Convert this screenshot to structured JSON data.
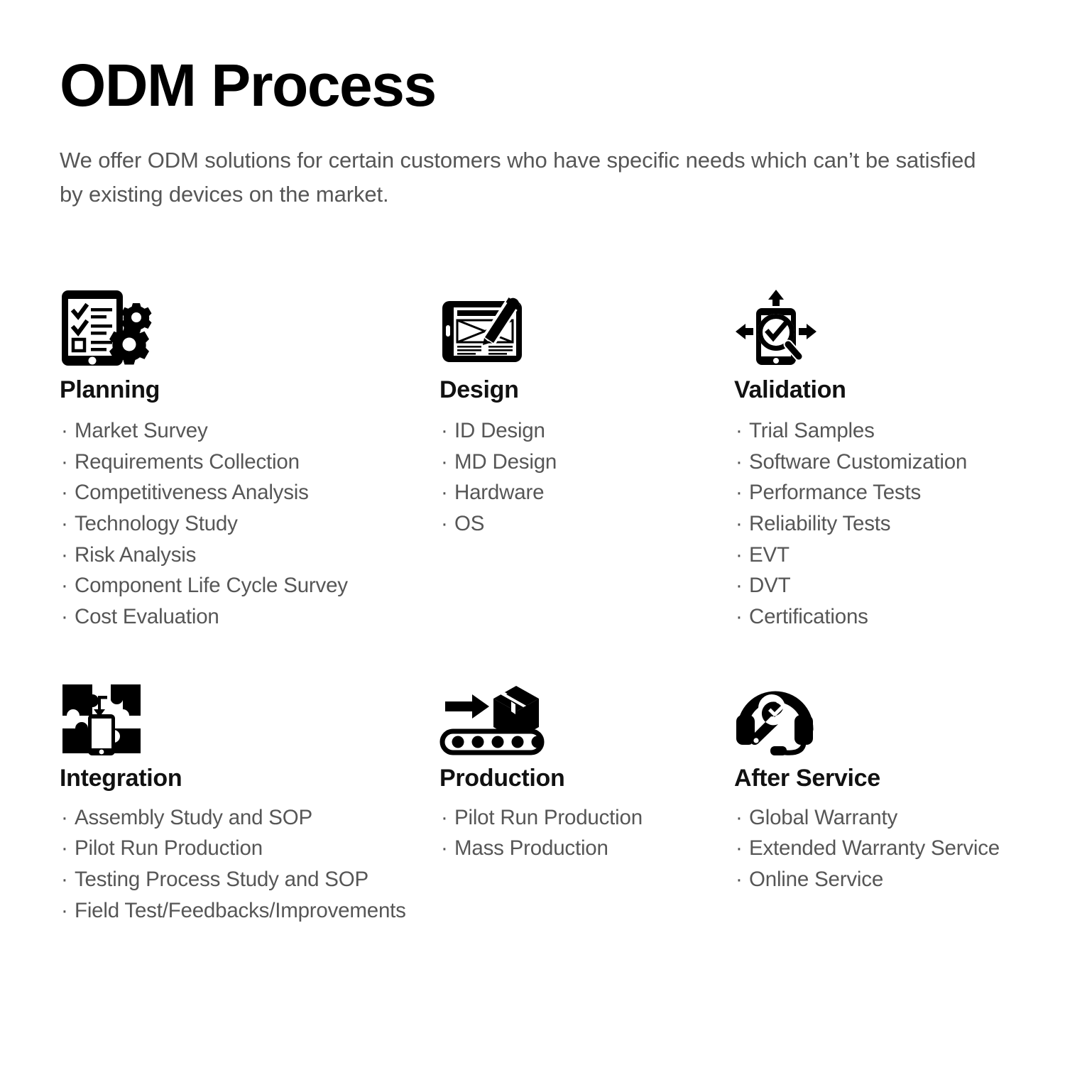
{
  "header": {
    "title": "ODM Process",
    "subtitle": "We offer ODM solutions for certain customers who have specific needs which can’t be satisfied by existing devices on the market."
  },
  "bullet_char": "·",
  "colors": {
    "background": "#ffffff",
    "title": "#000000",
    "body_text": "#565656",
    "icon": "#000000"
  },
  "steps": [
    {
      "id": "planning",
      "icon": "tablet-checklist-gear-icon",
      "title": "Planning",
      "items": [
        "Market Survey",
        "Requirements Collection",
        "Competitiveness Analysis",
        "Technology Study",
        "Risk Analysis",
        "Component Life Cycle Survey",
        "Cost Evaluation"
      ]
    },
    {
      "id": "design",
      "icon": "tablet-wireframe-pencil-icon",
      "title": "Design",
      "items": [
        "ID Design",
        "MD Design",
        "Hardware",
        "OS"
      ]
    },
    {
      "id": "validation",
      "icon": "tablet-magnifier-check-arrows-icon",
      "title": "Validation",
      "items": [
        "Trial Samples",
        "Software Customization",
        "Performance Tests",
        "Reliability Tests",
        "EVT",
        "DVT",
        "Certifications"
      ]
    },
    {
      "id": "integration",
      "icon": "puzzle-pieces-tablet-icon",
      "title": "Integration",
      "items": [
        "Assembly Study and SOP",
        "Pilot Run Production",
        "Testing Process Study and SOP",
        "Field Test/Feedbacks/Improvements"
      ]
    },
    {
      "id": "production",
      "icon": "conveyor-box-arrow-icon",
      "title": "Production",
      "items": [
        "Pilot Run Production",
        "Mass Production"
      ]
    },
    {
      "id": "after-service",
      "icon": "headset-wrench-icon",
      "title": "After Service",
      "items": [
        "Global Warranty",
        "Extended Warranty Service",
        "Online Service"
      ]
    }
  ]
}
